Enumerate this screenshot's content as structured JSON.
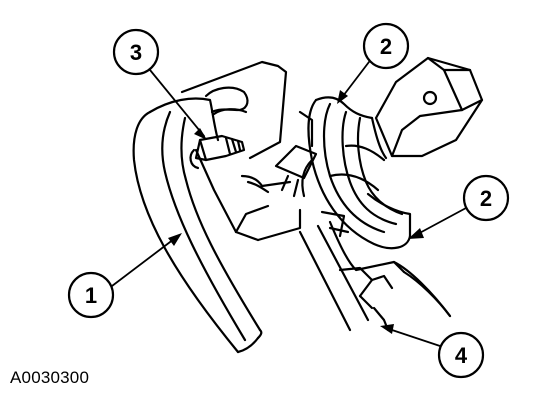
{
  "figure_code": "A0030300",
  "callouts": [
    {
      "id": "c1",
      "label": "1"
    },
    {
      "id": "c2a",
      "label": "2"
    },
    {
      "id": "c2b",
      "label": "2"
    },
    {
      "id": "c3",
      "label": "3"
    },
    {
      "id": "c4",
      "label": "4"
    }
  ]
}
